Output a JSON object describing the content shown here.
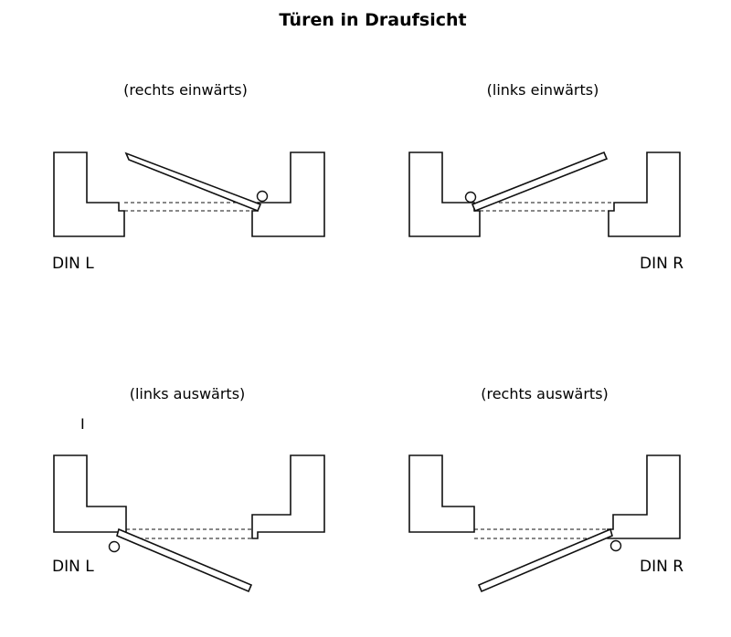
{
  "title": "Türen in Draufsicht",
  "stray_mark": "I",
  "panels": [
    {
      "caption": "(rechts einwärts)",
      "din_label": "DIN L"
    },
    {
      "caption": "(links einwärts)",
      "din_label": "DIN R"
    },
    {
      "caption": "(links auswärts)",
      "din_label": "DIN L"
    },
    {
      "caption": "(rechts auswärts)",
      "din_label": "DIN R"
    }
  ]
}
